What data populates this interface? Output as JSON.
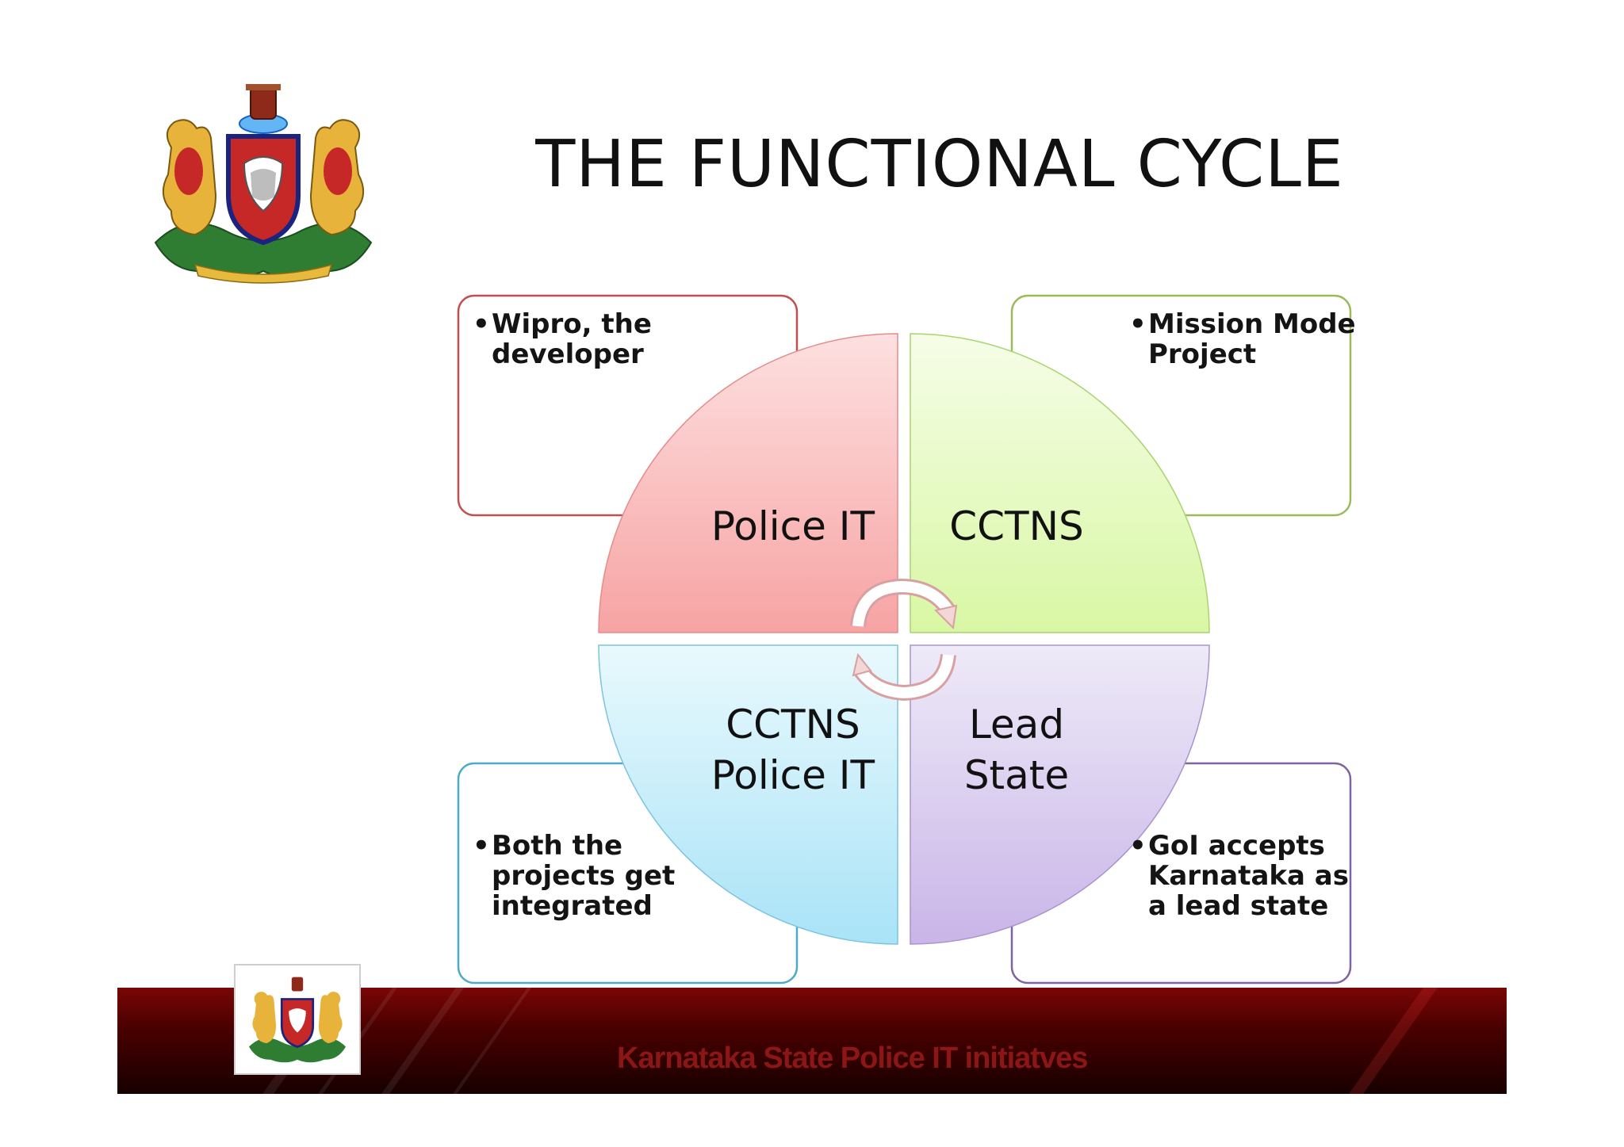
{
  "slide": {
    "title": "THE FUNCTIONAL CYCLE"
  },
  "quadrants": [
    {
      "id": "top-left",
      "label_lines": [
        "Police IT"
      ],
      "color_from": "#fde0e0",
      "color_to": "#f7a3a3",
      "stroke": "#e68c8c"
    },
    {
      "id": "top-right",
      "label_lines": [
        "CCTNS"
      ],
      "color_from": "#f6fde8",
      "color_to": "#d8f7a4",
      "stroke": "#a9d46f"
    },
    {
      "id": "bottom-left",
      "label_lines": [
        "CCTNS",
        "Police IT"
      ],
      "color_from": "#e9f9fd",
      "color_to": "#a9e3f7",
      "stroke": "#7cc4dc"
    },
    {
      "id": "bottom-right",
      "label_lines": [
        "Lead",
        "State"
      ],
      "color_from": "#eeeaf8",
      "color_to": "#c9b5e8",
      "stroke": "#a894cc"
    }
  ],
  "callouts": [
    {
      "id": "top-left",
      "bullet": "•",
      "text": "Wipro, the developer",
      "border": "#c0504d"
    },
    {
      "id": "top-right",
      "bullet": "•",
      "text": "Mission Mode Project",
      "border": "#9bbb59"
    },
    {
      "id": "bottom-left",
      "bullet": "•",
      "text": "Both the projects get integrated",
      "border": "#4bacc6"
    },
    {
      "id": "bottom-right",
      "bullet": "•",
      "text": "GoI accepts Karnataka as a lead state",
      "border": "#8064a2"
    }
  ],
  "footer": {
    "text": "Karnataka State Police IT initiatves",
    "band_color": "#5a0000"
  },
  "icons": {
    "emblem": "karnataka-state-emblem",
    "cycle_arrows": "circular-arrows-icon"
  }
}
